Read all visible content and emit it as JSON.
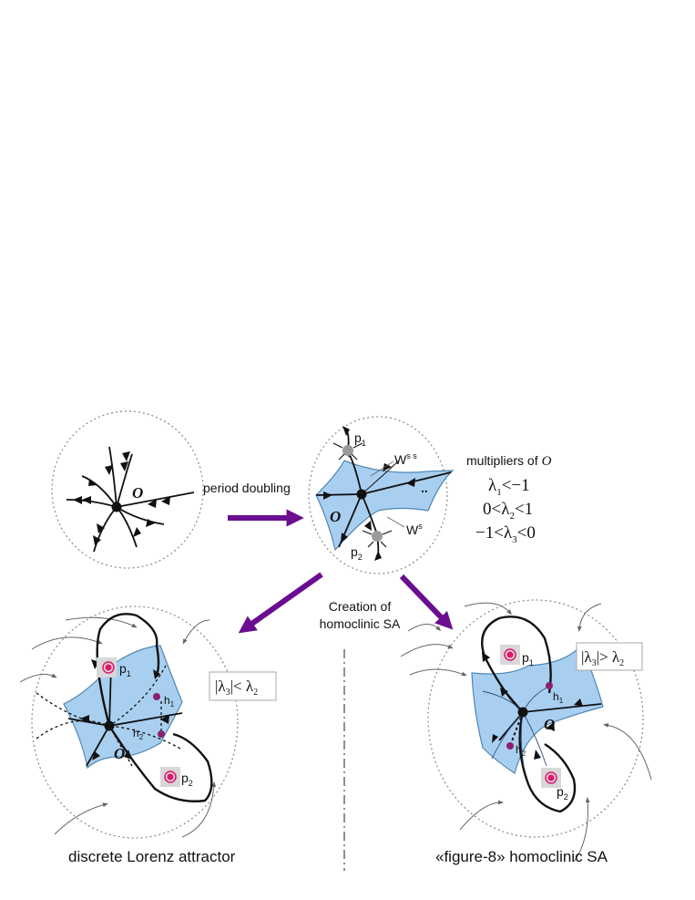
{
  "colors": {
    "surface_fill": "#a9cff0",
    "surface_stroke": "#4f86b4",
    "arrow_purple": "#6a0d91",
    "orbit": "#111111",
    "point_grey": "#9a9a9a",
    "homoclinic_point": "#8b1f6e",
    "period_point": "#e0156b",
    "border_dotted": "#888888"
  },
  "top_left": {
    "fixed_point_label": "O",
    "arrow_label": "period doubling"
  },
  "top_middle": {
    "fixed_point_label": "O",
    "p1": {
      "base": "p",
      "sub": "1"
    },
    "p2": {
      "base": "p",
      "sub": "2"
    },
    "wss": {
      "base": "W",
      "sup": "s s"
    },
    "ws": {
      "base": "W",
      "sup": "s"
    },
    "dots": ".."
  },
  "multipliers": {
    "title_prefix": "multipliers of",
    "title_symbol": "O",
    "lines": [
      {
        "pre": "λ",
        "sub": "1",
        "post": "<−1"
      },
      {
        "pre": "0<λ",
        "sub": "2",
        "post": "<1"
      },
      {
        "pre": "−1<λ",
        "sub": "3",
        "post": "<0"
      }
    ]
  },
  "center_caption": {
    "line1": "Creation of",
    "line2": "homoclinic SA"
  },
  "bottom_left": {
    "fixed_point_label": "O",
    "p1": {
      "base": "p",
      "sub": "1"
    },
    "p2": {
      "base": "p",
      "sub": "2"
    },
    "h1": {
      "base": "h",
      "sub": "1"
    },
    "h2": {
      "base": "h",
      "sub": "2"
    },
    "condition": {
      "pre": "|λ",
      "sub1": "3",
      "mid": "|< λ",
      "sub2": "2"
    },
    "caption": "discrete Lorenz attractor"
  },
  "bottom_right": {
    "fixed_point_label": "O",
    "p1": {
      "base": "p",
      "sub": "1"
    },
    "p2": {
      "base": "p",
      "sub": "2"
    },
    "h1": {
      "base": "h",
      "sub": "1"
    },
    "h2": {
      "base": "h",
      "sub": "2"
    },
    "condition": {
      "pre": "|λ",
      "sub1": "3",
      "mid": "|> λ",
      "sub2": "2"
    },
    "caption": "«figure-8» homoclinic SA"
  }
}
